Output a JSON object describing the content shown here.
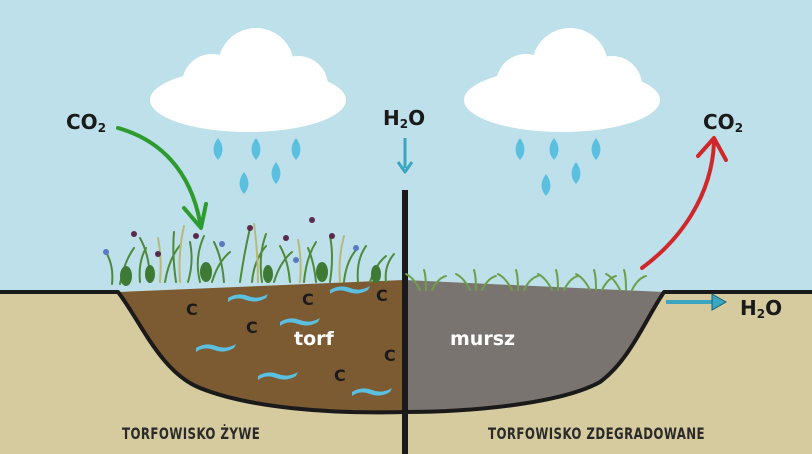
{
  "labels": {
    "co2_left": {
      "main": "CO",
      "sub": "2"
    },
    "h2o_top": {
      "main": "H",
      "sub": "2",
      "tail": "O"
    },
    "co2_right": {
      "main": "CO",
      "sub": "2"
    },
    "h2o_right": {
      "main": "H",
      "sub": "2",
      "tail": "O"
    }
  },
  "peat": {
    "left_label": "torf",
    "right_label": "mursz",
    "carbon_symbol": "C"
  },
  "captions": {
    "left": "TORFOWISKO ŻYWE",
    "right": "TORFOWISKO ZDEGRADOWANE"
  },
  "colors": {
    "sky": "#bde0ea",
    "ground": "#d6cb9f",
    "peat_live": "#7c5a32",
    "peat_degraded": "#7a7470",
    "water": "#5bc0e0",
    "arrow_co2_in": "#2e9b2e",
    "arrow_co2_out": "#d0282a",
    "arrow_h2o": "#3aa6c0"
  },
  "icons": [
    "cloud-icon",
    "raindrop-icon",
    "arrow-icon",
    "plant-icon"
  ]
}
